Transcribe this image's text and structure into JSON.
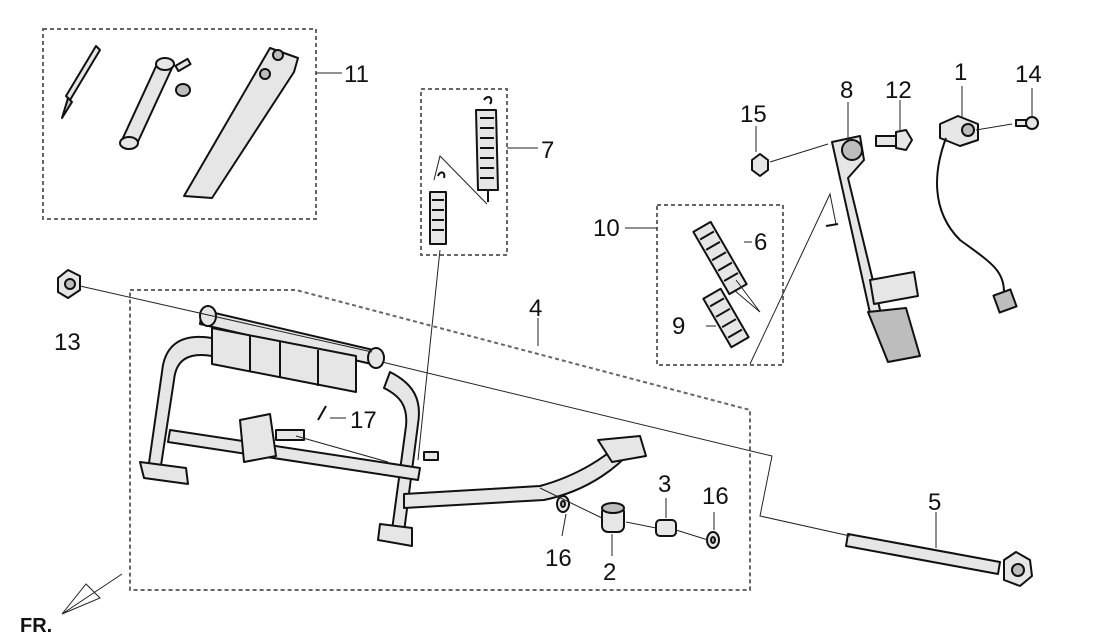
{
  "callouts": {
    "c1": "1",
    "c2": "2",
    "c3": "3",
    "c4": "4",
    "c5": "5",
    "c6": "6",
    "c7": "7",
    "c8": "8",
    "c9": "9",
    "c10": "10",
    "c11": "11",
    "c12": "12",
    "c13": "13",
    "c14": "14",
    "c15": "15",
    "c16a": "16",
    "c16b": "16",
    "c17": "17"
  },
  "orientation_label": "FR.",
  "colors": {
    "line": "#111111",
    "box_dash": "#666666",
    "fill": "#e6e6e6",
    "background": "#ffffff"
  }
}
